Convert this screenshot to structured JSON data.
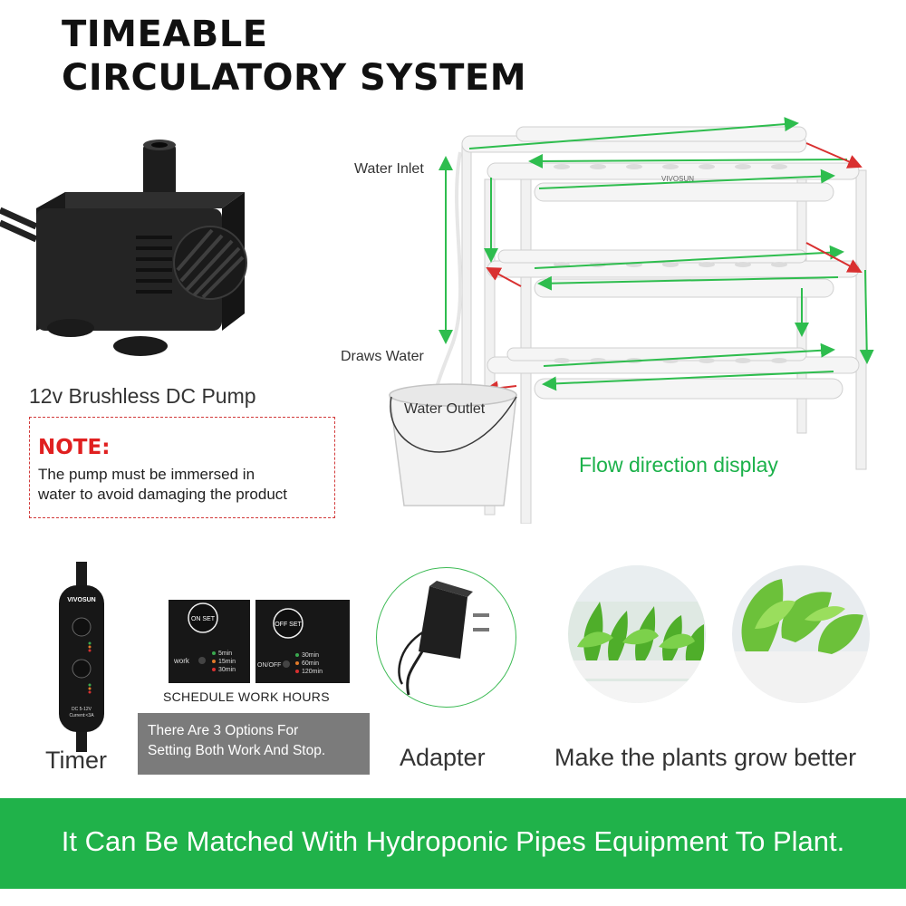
{
  "title": {
    "line1": "TIMEABLE",
    "line2": "CIRCULATORY SYSTEM"
  },
  "pump": {
    "caption": "12v Brushless DC Pump",
    "icon": "pump-icon"
  },
  "note": {
    "title": "NOTE:",
    "line1": "The pump must be immersed in",
    "line2": "water to avoid damaging the product"
  },
  "diagram": {
    "water_inlet": "Water Inlet",
    "draws_water": "Draws Water",
    "water_outlet": "Water Outlet",
    "flow_label": "Flow direction display",
    "brand_mark": "VIVOSUN"
  },
  "timer": {
    "caption": "Timer",
    "brand": "VIVOSUN",
    "spec": "DC 5-12V",
    "spec2": "Current:<3A"
  },
  "schedule": {
    "on_button": "ON SET",
    "off_button": "OFF SET",
    "work_label": "work",
    "onoff_label": "ON/OFF",
    "on_options": [
      "5min",
      "15min",
      "30min"
    ],
    "off_options": [
      "30min",
      "60min",
      "120min"
    ],
    "caption": "SCHEDULE WORK HOURS",
    "note_line1": "There Are 3 Options For",
    "note_line2": "Setting Both Work And Stop."
  },
  "adapter": {
    "caption": "Adapter"
  },
  "plants": {
    "caption": "Make the plants grow better"
  },
  "banner": {
    "text": "It Can Be Matched With Hydroponic Pipes Equipment To Plant."
  },
  "colors": {
    "green": "#20b24a",
    "red": "#e02020",
    "arrow_green": "#2ebd4e",
    "arrow_red": "#d93030"
  }
}
